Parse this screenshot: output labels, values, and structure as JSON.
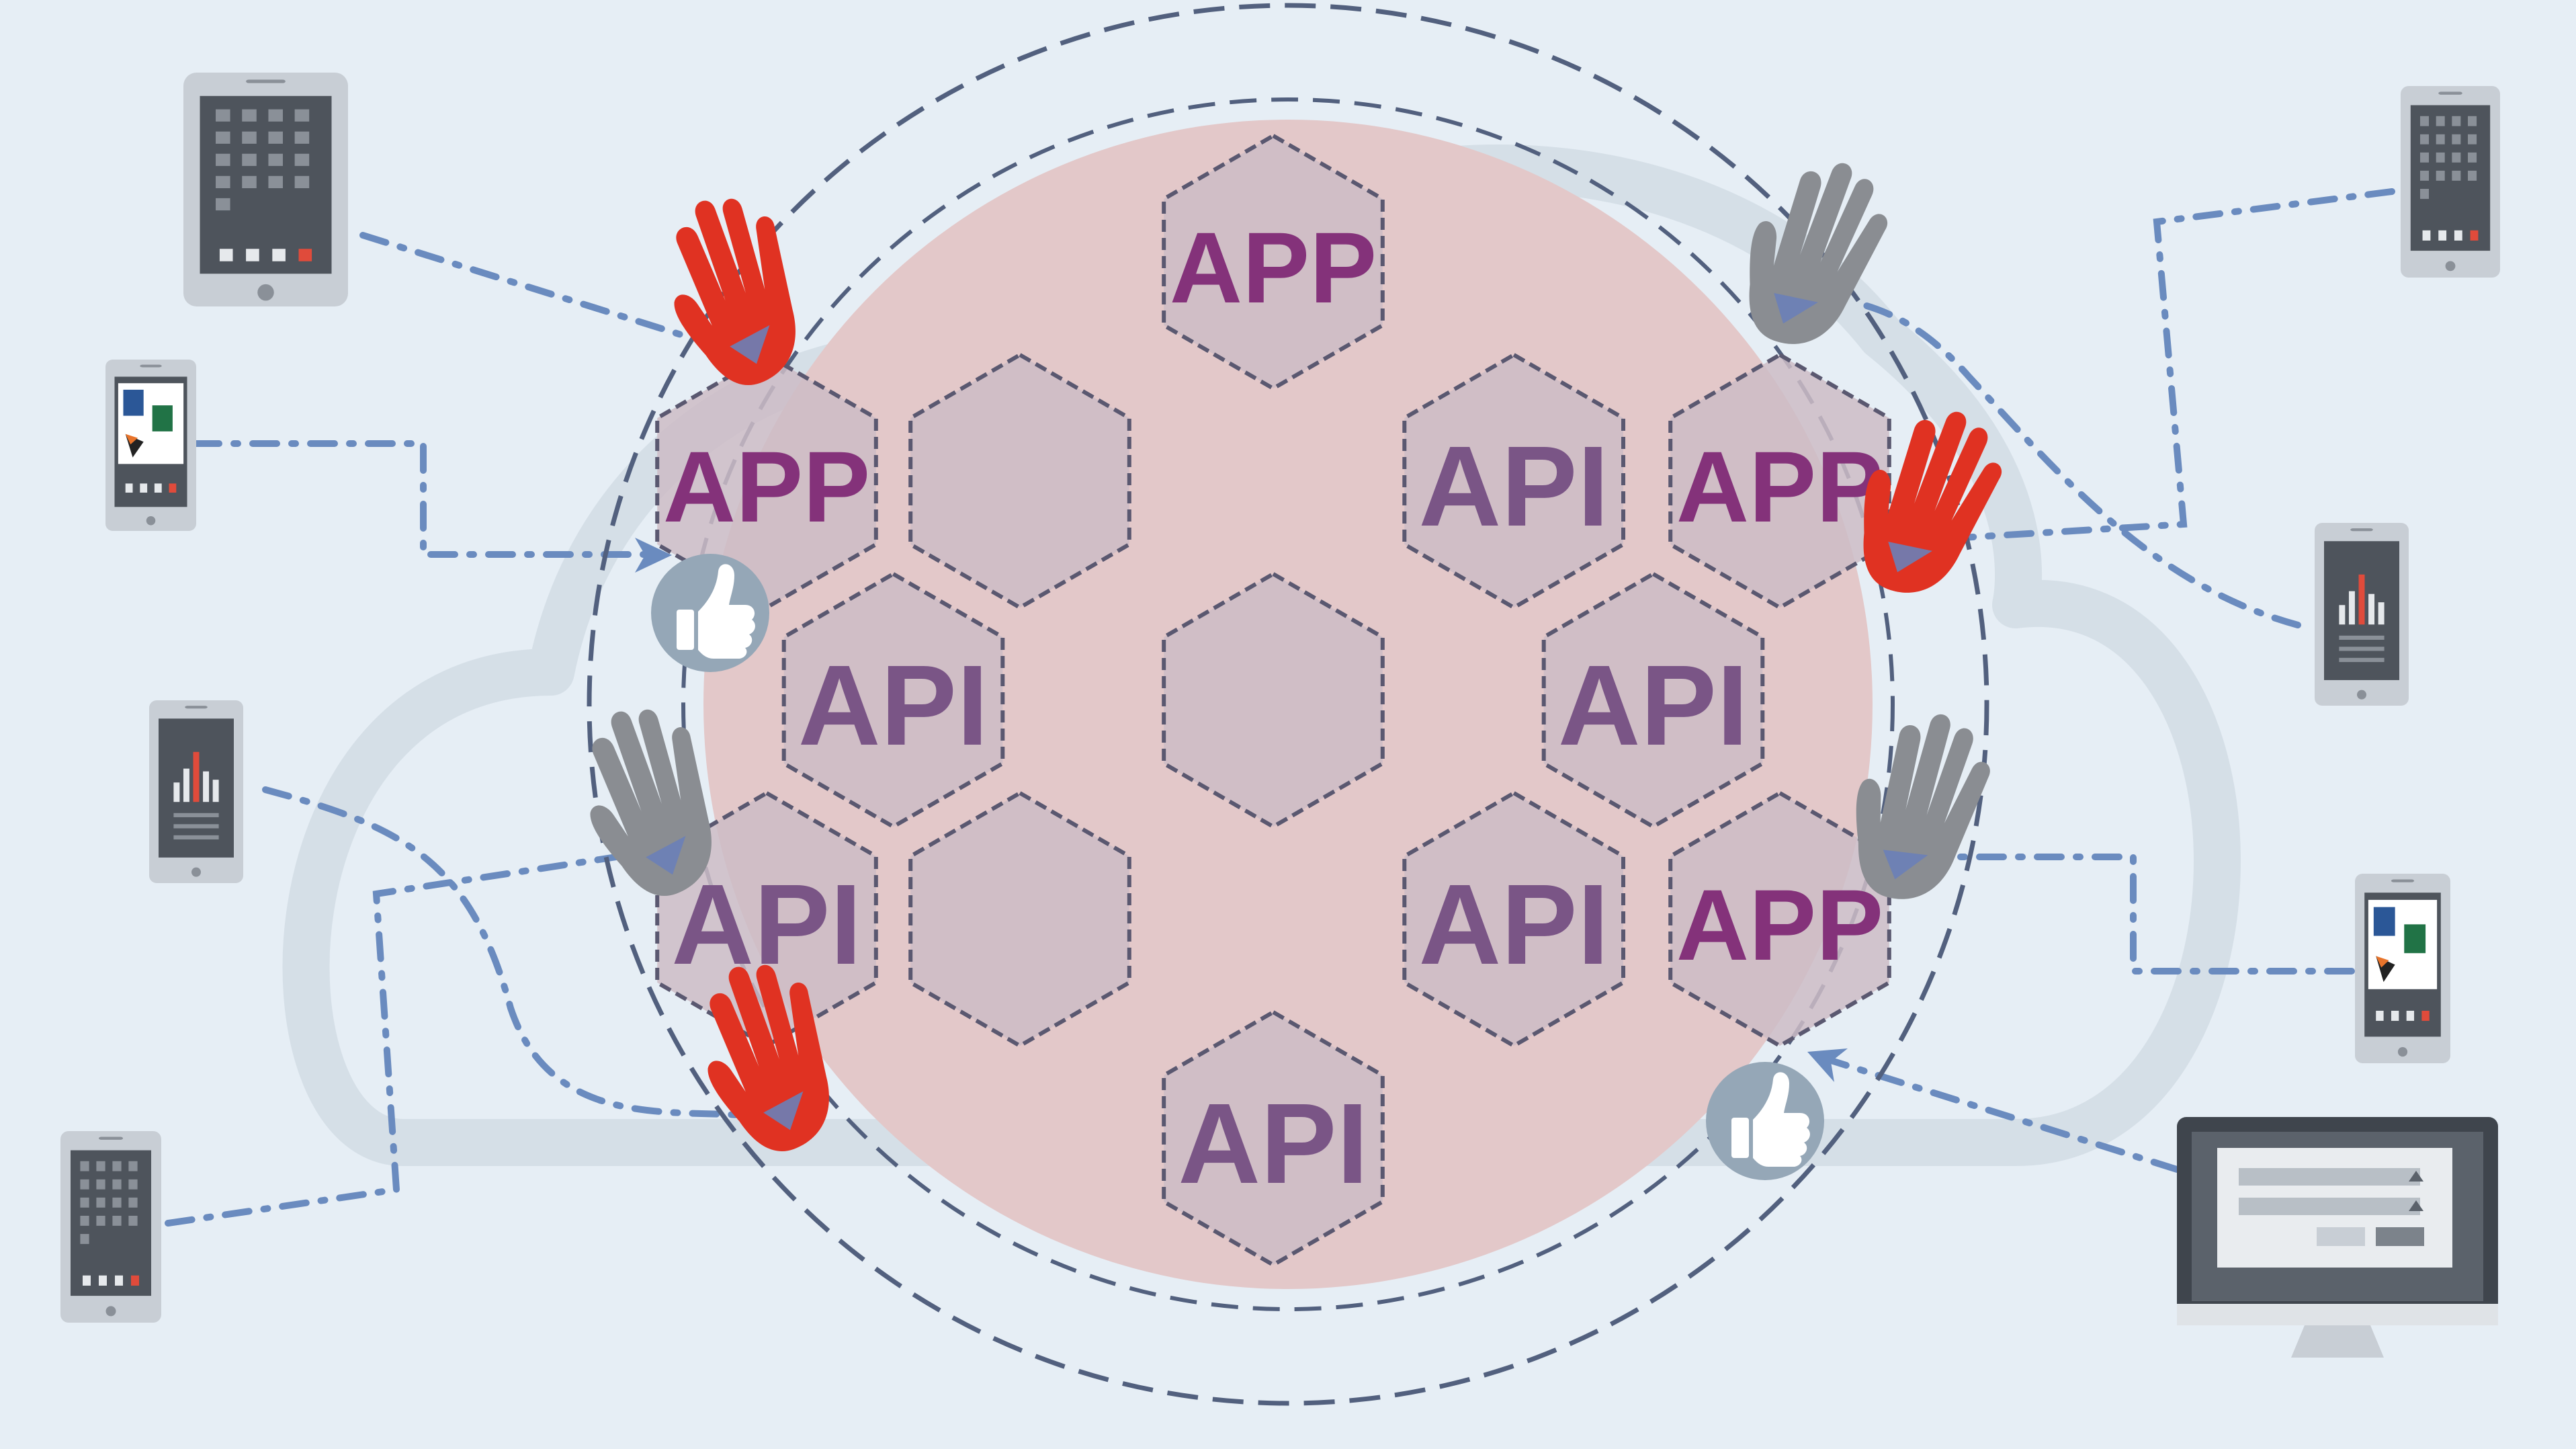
{
  "colors": {
    "background": "#e6eef5",
    "cloud": "#d3dde6",
    "sphere": "#e3c8c9",
    "hex_fill": "#cdbcc5",
    "hex_stroke": "#5a5870",
    "orbit": "#52607e",
    "connector": "#6a8bbf",
    "app_text": "#84327a",
    "api_text": "#7a5586",
    "blocked_hand": "#e03222",
    "neutral_hand": "#8a8d92",
    "thumb_badge": "#95a7b7",
    "device_body": "#c8ced5",
    "device_screen": "#4e545c"
  },
  "hexagons": [
    {
      "id": "hex-app-top",
      "label": "APP",
      "kind": "app"
    },
    {
      "id": "hex-app-left",
      "label": "APP",
      "kind": "app"
    },
    {
      "id": "hex-empty-1",
      "label": "",
      "kind": "empty"
    },
    {
      "id": "hex-api-upper-mid",
      "label": "API",
      "kind": "api"
    },
    {
      "id": "hex-app-right",
      "label": "APP",
      "kind": "app"
    },
    {
      "id": "hex-api-left",
      "label": "API",
      "kind": "api"
    },
    {
      "id": "hex-empty-center",
      "label": "",
      "kind": "empty"
    },
    {
      "id": "hex-api-right",
      "label": "API",
      "kind": "api"
    },
    {
      "id": "hex-api-lower-left",
      "label": "API",
      "kind": "api"
    },
    {
      "id": "hex-empty-2",
      "label": "",
      "kind": "empty"
    },
    {
      "id": "hex-api-lower-mid",
      "label": "API",
      "kind": "api"
    },
    {
      "id": "hex-app-lower-right",
      "label": "APP",
      "kind": "app"
    },
    {
      "id": "hex-api-bottom",
      "label": "API",
      "kind": "api"
    }
  ],
  "devices": {
    "left": [
      "tablet-grid",
      "phone-office",
      "phone-chart",
      "phone-grid"
    ],
    "right": [
      "phone-grid",
      "phone-chart",
      "phone-office",
      "desktop-monitor"
    ]
  },
  "gate_icons": {
    "blocked": "hand-stop-icon",
    "neutral": "hand-neutral-icon",
    "allowed": "thumbs-up-icon"
  }
}
